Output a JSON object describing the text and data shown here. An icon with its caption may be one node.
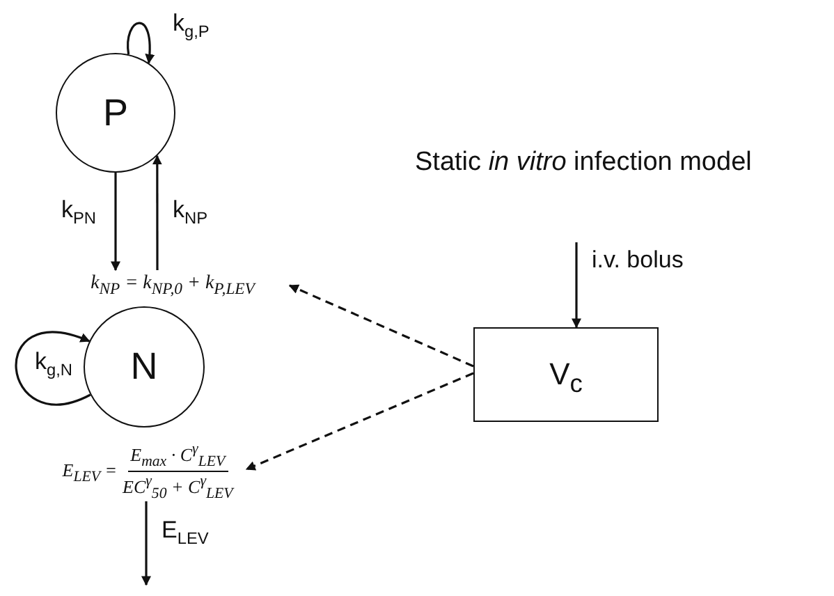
{
  "diagram": {
    "title": "Static *in vitro* infection model",
    "nodes": [
      {
        "text": [
          "P"
        ]
      },
      {
        "text": [
          "N"
        ]
      },
      {
        "text": [
          "k$_{NP}$ = k$_{NP,0}$ + k$_{P,LEV}$"
        ]
      },
      {
        "text": [
          "E$_{LEV}$ =",
          "E$_{max}$ · C$^{γ}$$_{LEV}$",
          "EC$^{γ}$$_{50}$ + C$^{γ}$$_{LEV}$"
        ]
      },
      {
        "text": [
          "V$_{c}$"
        ]
      }
    ],
    "edges": [
      {
        "from": 0,
        "to": 0,
        "arrow": "to",
        "label": "k$_{g,P}$"
      },
      {
        "from": 0,
        "to": 2,
        "arrow": "to",
        "label": "k$_{PN}$"
      },
      {
        "from": 2,
        "to": 0,
        "arrow": "to",
        "label": "k$_{NP}$"
      },
      {
        "from": 1,
        "to": 1,
        "arrow": "to",
        "label": "k$_{g,N}$"
      },
      {
        "from": 4,
        "to": 2,
        "arrow": "to",
        "style": "dashed"
      },
      {
        "from": 4,
        "to": 3,
        "arrow": "to",
        "style": "dashed"
      },
      {
        "from": 3,
        "to": null,
        "arrow": "to",
        "label": "E$_{LEV}$"
      },
      {
        "from": null,
        "to": 4,
        "arrow": "to",
        "label": "i.v. bolus"
      }
    ]
  }
}
